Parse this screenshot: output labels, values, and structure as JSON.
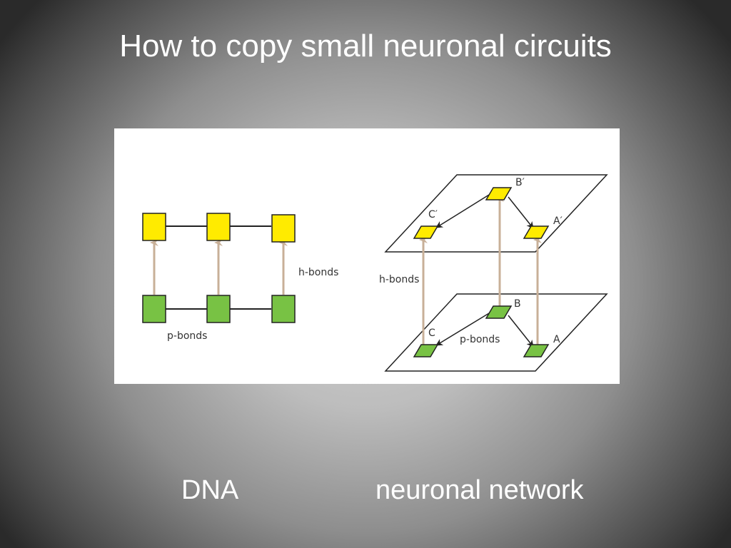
{
  "slide": {
    "title": "How to copy small neuronal circuits"
  },
  "diagram": {
    "dna": {
      "h_bonds_label": "h-bonds",
      "p_bonds_label": "p-bonds"
    },
    "network": {
      "h_bonds_label": "h-bonds",
      "p_bonds_label": "p-bonds",
      "nodes_top": [
        "C′",
        "B′",
        "A′"
      ],
      "nodes_bottom": [
        "C",
        "B",
        "A"
      ]
    },
    "colors": {
      "top_nodes": "#ffeb00",
      "bottom_nodes": "#78c244",
      "arrows": "#c8b098",
      "lines": "#222222"
    }
  },
  "captions": {
    "left": "DNA",
    "right": "neuronal network"
  }
}
